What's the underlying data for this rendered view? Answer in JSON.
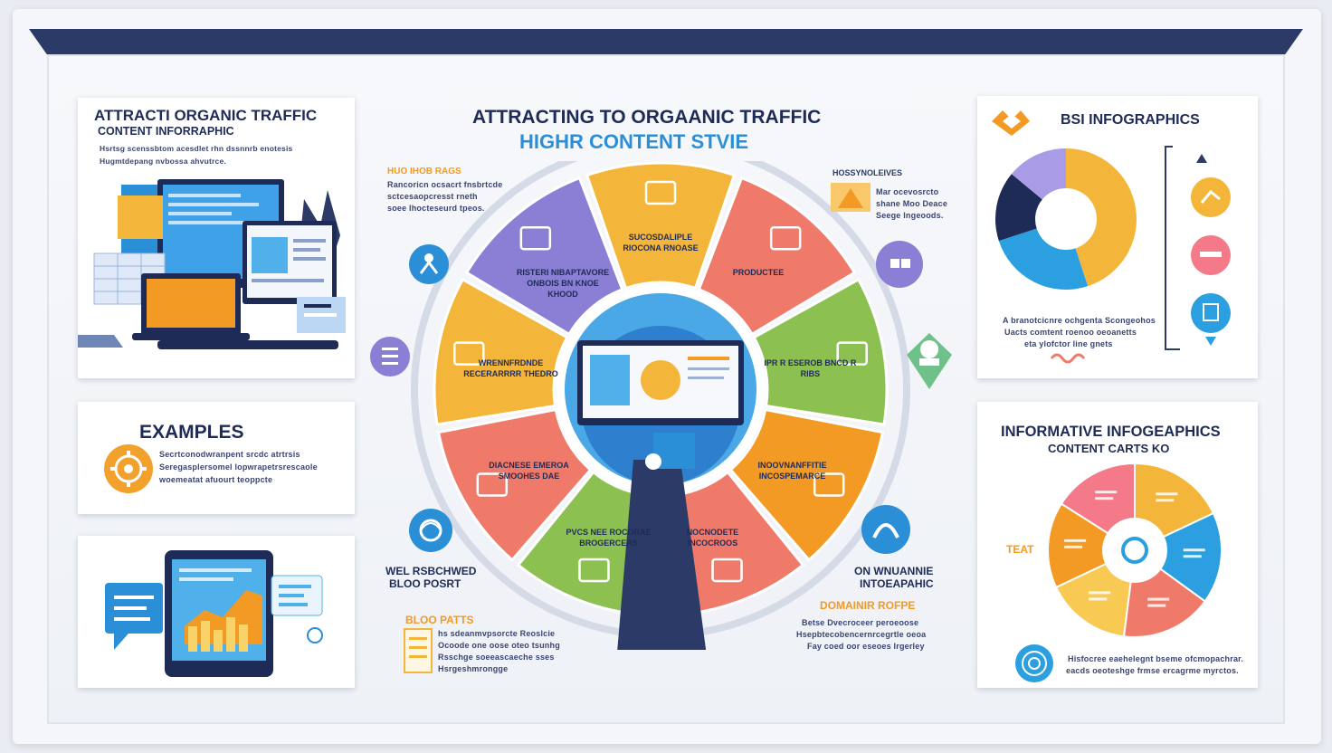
{
  "center": {
    "title": "ATTRACTING TO ORGAANIC TRAFFIC",
    "subtitle": "HIGHR CONTENT STVIE",
    "wheel_segments": [
      {
        "label": "SUCOSDALIPLE RIOCONA RNOASE",
        "color": "#f4b63a"
      },
      {
        "label": "PRODUCTEE",
        "color": "#f07a6a"
      },
      {
        "label": "IPR R ESEROB BNCD R RIBS",
        "color": "#8cc152"
      },
      {
        "label": "INOOVNANFFITIE INCOSPEMARCE",
        "color": "#f29a23"
      },
      {
        "label": "NOCNODETE INCOCROOS",
        "color": "#f07a6a"
      },
      {
        "label": "PVCS NEE ROCORAE BROGERCERS",
        "color": "#8cc152"
      },
      {
        "label": "DIACNESE EMEROA SMOOHES DAE",
        "color": "#f07a6a"
      },
      {
        "label": "WRENNFRDNDE RECERARRRR THEDRO",
        "color": "#f4b63a"
      },
      {
        "label": "RISTERI NIBAPTAVORE ONBOIS BN KNOE KHOOD",
        "color": "#8a7fd4"
      }
    ],
    "palette": {
      "navy": "#1f2b57",
      "blue": "#2b8fd8",
      "lightblue": "#4fb0ea",
      "purple": "#8a7fd4",
      "orange": "#f29a23",
      "yellow": "#f4b63a",
      "green": "#8cc152",
      "coral": "#f07a6a"
    }
  },
  "top_left": {
    "title": "ATTRACTI ORGANIC TRAFFIC",
    "subtitle": "CONTENT INFORRAPHIC",
    "desc_1": "Hsrtsg scenssbtom acesdlet rhn dssnnrb enotesis",
    "desc_2": "Hugmtdepang nvbossa ahvutrce."
  },
  "examples": {
    "title": "EXAMPLES",
    "line_1": "Secrtconodwranpent srcdc atrtrsis",
    "line_2": "Seregasplersomel lopwrapetrsrescaole",
    "line_3": "woemeatat afuourt teoppcte"
  },
  "callouts": {
    "top_left_head": "HUO IHOB RAGS",
    "top_left_l1": "Rancoricn ocsacrt fnsbrtcde",
    "top_left_l2": "sctcesaopcresst rneth",
    "top_left_l3": "soee lhocteseurd tpeos.",
    "top_right_head": "HOSSYNOLEIVES",
    "top_right_l1": "Mar ocevosrcto",
    "top_right_l2": "shane Moo Deace",
    "top_right_l3": "Seege lngeoods.",
    "blog_head_1": "WEL RSBCHWED",
    "blog_head_2": "BLOO POSRT",
    "posts_head": "BLOO PATTS",
    "posts_l1": "hs sdeanmvpsorcte Reoslcie",
    "posts_l2": "Ocoode one oose oteo tsunhg",
    "posts_l3": "Rsschge soeeascaeche sses",
    "posts_l4": "Hsrgeshmrongge",
    "info_head_1": "ON WNUANNIE",
    "info_head_2": "INTOEAPAHIC",
    "info_sub": "DOMAINIR ROFPE",
    "info_l1": "Betse Dvecroceer peroeoose",
    "info_l2": "Hsepbtecobencernrcegrtle oeoa",
    "info_l3": "Fay coed oor eseoes lrgerley"
  },
  "top_right": {
    "title": "BSI INFOGRAPHICS",
    "desc_1": "A branotcicnre ochgenta Scongeohos",
    "desc_2": "Uacts comtent roenoo oeoanetts",
    "desc_3": "eta ylofctor line gnets",
    "donut": [
      {
        "value": 45,
        "color": "#f4b63a"
      },
      {
        "value": 25,
        "color": "#2b9fe0"
      },
      {
        "value": 16,
        "color": "#1f2b57"
      },
      {
        "value": 14,
        "color": "#a99be6"
      }
    ]
  },
  "bottom_right": {
    "title_1": "INFORMATIVE INFOGEAPHICS",
    "title_2": "CONTENT CARTS KO",
    "side_label": "TEAT",
    "desc_1": "Hisfocree eaehelegnt bseme ofcmopachrar.",
    "desc_2": "eacds oeoteshge frmse ercagrme myrctos.",
    "pie": [
      {
        "value": 18,
        "color": "#f4b63a"
      },
      {
        "value": 17,
        "color": "#2b9fe0"
      },
      {
        "value": 17,
        "color": "#f07a6a"
      },
      {
        "value": 16,
        "color": "#f8c953"
      },
      {
        "value": 16,
        "color": "#f29a23"
      },
      {
        "value": 16,
        "color": "#f47a8a"
      }
    ]
  }
}
